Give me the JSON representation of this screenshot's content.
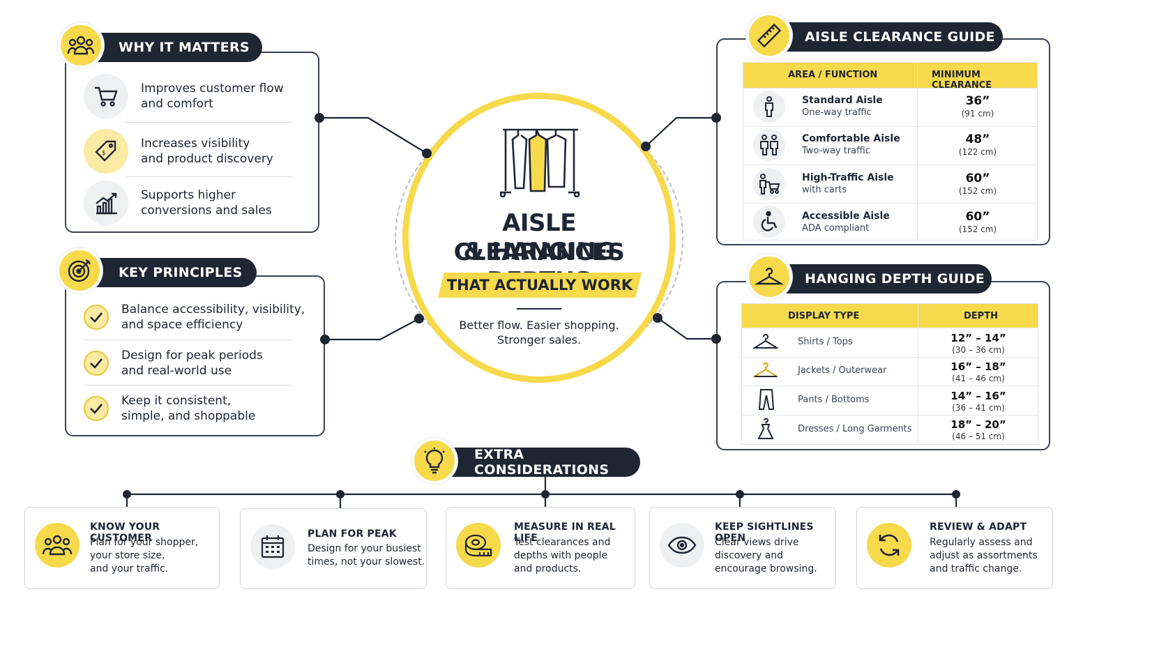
{
  "center": {
    "title_line1": "AISLE CLEARANCES",
    "title_line2": "& HANGING DEPTHS",
    "banner": "THAT ACTUALLY WORK",
    "tagline_line1": "Better flow. Easier shopping.",
    "tagline_line2": "Stronger sales."
  },
  "why": {
    "title": "WHY IT MATTERS",
    "items": [
      {
        "line1": "Improves customer flow",
        "line2": "and comfort",
        "icon": "cart-icon"
      },
      {
        "line1": "Increases visibility",
        "line2": "and product discovery",
        "icon": "price-tag-icon"
      },
      {
        "line1": "Supports higher",
        "line2": "conversions and sales",
        "icon": "growth-chart-icon"
      }
    ]
  },
  "principles": {
    "title": "KEY PRINCIPLES",
    "items": [
      {
        "line1": "Balance accessibility, visibility,",
        "line2": "and space efficiency"
      },
      {
        "line1": "Design for peak periods",
        "line2": "and real-world use"
      },
      {
        "line1": "Keep it consistent,",
        "line2": "simple, and shoppable"
      }
    ]
  },
  "aisle": {
    "title": "AISLE CLEARANCE GUIDE",
    "col1": "AREA / FUNCTION",
    "col2": "MINIMUM CLEARANCE",
    "rows": [
      {
        "name": "Standard Aisle",
        "sub": "One-way traffic",
        "value": "36”",
        "metric": "(91 cm)",
        "icon": "single-person-icon"
      },
      {
        "name": "Comfortable Aisle",
        "sub": "Two-way traffic",
        "value": "48”",
        "metric": "(122 cm)",
        "icon": "two-people-icon"
      },
      {
        "name": "High-Traffic Aisle",
        "sub": "with carts",
        "value": "60”",
        "metric": "(152 cm)",
        "icon": "person-with-cart-icon"
      },
      {
        "name": "Accessible Aisle",
        "sub": "ADA compliant",
        "value": "60”",
        "metric": "(152 cm)",
        "icon": "wheelchair-icon"
      }
    ]
  },
  "hanging": {
    "title": "HANGING DEPTH GUIDE",
    "col1": "DISPLAY TYPE",
    "col2": "DEPTH",
    "rows": [
      {
        "name": "Shirts / Tops",
        "value": "12” – 14”",
        "metric": "(30 – 36 cm)",
        "icon": "hanger-icon"
      },
      {
        "name": "Jackets / Outerwear",
        "value": "16” – 18”",
        "metric": "(41 – 46 cm)",
        "icon": "hanger-yellow-icon"
      },
      {
        "name": "Pants / Bottoms",
        "value": "14” – 16”",
        "metric": "(36 – 41 cm)",
        "icon": "pants-icon"
      },
      {
        "name": "Dresses / Long Garments",
        "value": "18” – 20”",
        "metric": "(46 – 51 cm)",
        "icon": "dress-hanger-icon"
      }
    ]
  },
  "extra": {
    "title": "EXTRA CONSIDERATIONS",
    "cards": [
      {
        "title": "KNOW YOUR CUSTOMER",
        "line1": "Plan for your shopper,",
        "line2": "your store size,",
        "line3": "and your traffic.",
        "icon": "people-group-icon"
      },
      {
        "title": "PLAN FOR PEAK",
        "line1": "Design for your busiest",
        "line2": "times, not your slowest.",
        "line3": "",
        "icon": "calendar-icon"
      },
      {
        "title": "MEASURE IN REAL LIFE",
        "line1": "Test clearances and",
        "line2": "depths with people",
        "line3": "and products.",
        "icon": "tape-measure-icon"
      },
      {
        "title": "KEEP SIGHTLINES OPEN",
        "line1": "Clear views drive",
        "line2": "discovery and",
        "line3": "encourage browsing.",
        "icon": "eye-icon"
      },
      {
        "title": "REVIEW & ADAPT",
        "line1": "Regularly assess and",
        "line2": "adjust as assortments",
        "line3": "and traffic change.",
        "icon": "refresh-icon"
      }
    ]
  },
  "colors": {
    "accent": "#f7d94c",
    "dark": "#1e2533"
  }
}
